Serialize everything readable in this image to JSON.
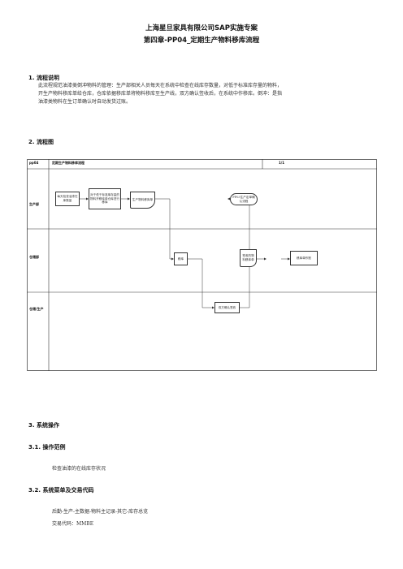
{
  "header": {
    "company": "上海星旦家具有限公司SAP实施专案",
    "chapter": "第四章-PP04_定期生产物料移库流程"
  },
  "section1": {
    "title": "1.  流程说明",
    "lines": [
      "此流程规范油漆类倒冲物料的管理：生产部相关人员每天在系统中检查在线库存数量，对低于标准库存量的物料，",
      "开生产物料移库单给仓库，仓库依据移库单将物料移库至生产线，双方确认签收后，在系统中作移库。倒冲：是指",
      "油漆类物料在生订单确认时自动发货过账。"
    ]
  },
  "section2": {
    "title": "2.  流程图"
  },
  "flowchart": {
    "code": "pp04",
    "name": "定期生产物料移库流程",
    "page": "1/1",
    "lanes": [
      "生产部",
      "仓储部",
      "仓储/生产"
    ],
    "box1": "每天检查油漆在库数量",
    "box2": "对于低于标准库存量的物料开移库单仓库进行移库",
    "box3": "生产物料移库单",
    "box4": "PP03生产定单确认流程",
    "box5": "移库",
    "box6": "签收的物料移库单",
    "box7": "移库单作账",
    "box8": "双方确认签收"
  },
  "section3": {
    "title": "3.  系统操作",
    "s31_title": "3.1.    操作范例",
    "s31_text": "检查油漆的在线库存状况",
    "s32_title": "3.2.    系统菜单及交易代码",
    "s32_menu": "后勤-生产-主数据-物料主记录-其它-库存总览",
    "s32_tcode": "交易代码：MMBE"
  }
}
